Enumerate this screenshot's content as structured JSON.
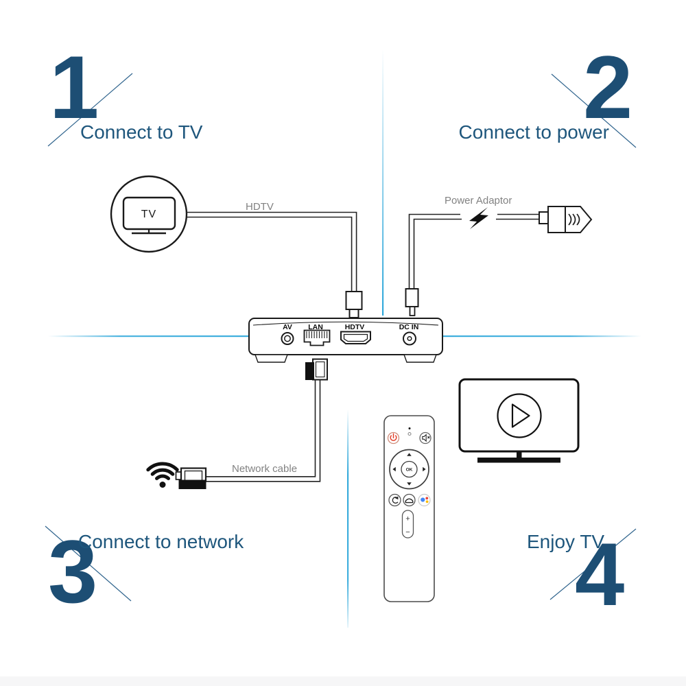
{
  "steps": {
    "step1": {
      "number": "1",
      "title": "Connect to TV"
    },
    "step2": {
      "number": "2",
      "title": "Connect to power"
    },
    "step3": {
      "number": "3",
      "title": "Connect to network"
    },
    "step4": {
      "number": "4",
      "title": "Enjoy TV"
    }
  },
  "cable_labels": {
    "hdtv": "HDTV",
    "power_adaptor": "Power Adaptor",
    "network_cable": "Network cable"
  },
  "tv_icon": {
    "label": "TV"
  },
  "device_rear_ports": {
    "av": "AV",
    "lan": "LAN",
    "hdtv": "HDTV",
    "dc_in": "DC IN"
  },
  "remote": {
    "ok_button": "OK",
    "volume_up": "+",
    "volume_down": "−"
  },
  "colors": {
    "step_number": "#1d4e74",
    "step_title": "#1e567c",
    "divider_cyan": "#2da7da",
    "cable_label_gray": "#828282",
    "line_art": "#1a1a1a",
    "power_button_red": "#e2402b",
    "assistant_blue": "#4285f4",
    "assistant_red": "#ea4335",
    "assistant_yellow": "#fbbc05"
  }
}
